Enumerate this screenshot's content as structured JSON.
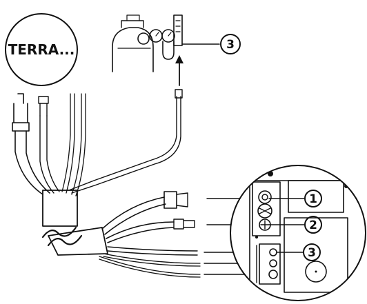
{
  "bubble": {
    "text": "TERRA..."
  },
  "callouts": {
    "top": "3",
    "panel_1": "1",
    "panel_2": "2",
    "panel_3": "3"
  },
  "colors": {
    "ink": "#111111",
    "paper": "#ffffff",
    "shade": "#dcdcdc"
  }
}
